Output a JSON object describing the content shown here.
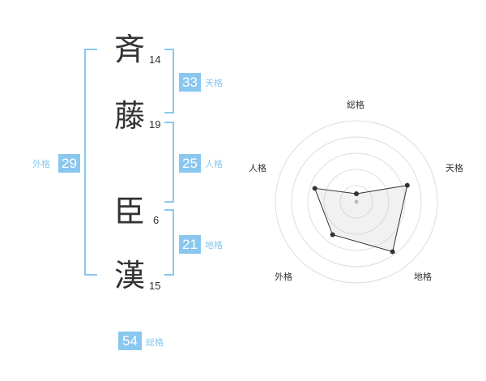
{
  "name": {
    "chars": [
      {
        "char": "斉",
        "strokes": "14"
      },
      {
        "char": "藤",
        "strokes": "19"
      },
      {
        "char": "臣",
        "strokes": "6"
      },
      {
        "char": "漢",
        "strokes": "15"
      }
    ]
  },
  "kaku": {
    "ten": {
      "value": "33",
      "label": "天格"
    },
    "jin": {
      "value": "25",
      "label": "人格"
    },
    "chi": {
      "value": "21",
      "label": "地格"
    },
    "gai": {
      "value": "29",
      "label": "外格"
    },
    "sou": {
      "value": "54",
      "label": "総格"
    }
  },
  "colors": {
    "accent": "#89c7ef",
    "text": "#333333"
  },
  "chart_data": {
    "type": "radar",
    "axes": [
      "総格",
      "天格",
      "地格",
      "外格",
      "人格"
    ],
    "scale": [
      0,
      4
    ],
    "values": [
      0.5,
      3.3,
      3.8,
      2.5,
      2.7
    ]
  }
}
